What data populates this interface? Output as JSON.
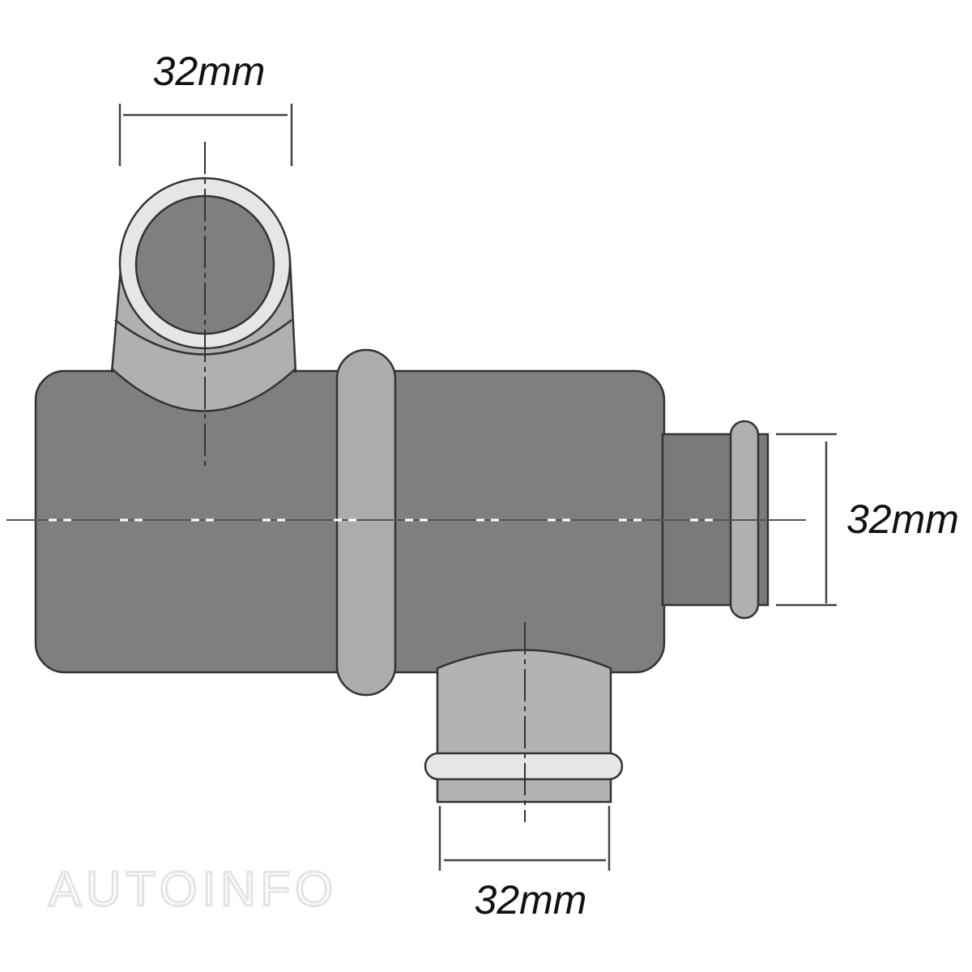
{
  "dimensions": {
    "top_inlet": "32mm",
    "side_outlet": "32mm",
    "bottom_outlet": "32mm"
  },
  "watermark": "AUTOINFO",
  "colors": {
    "body": "#7f7f7f",
    "band": "#acacac",
    "ring_light": "#e6e6e6",
    "outline": "#333333"
  }
}
